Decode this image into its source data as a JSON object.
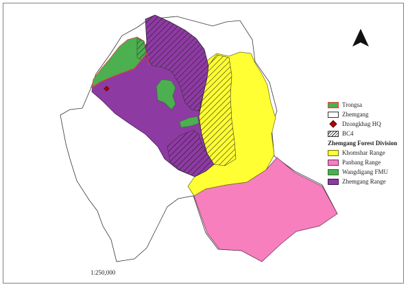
{
  "map": {
    "scale_text": "1:250,000",
    "north_arrow_icon": "north-arrow-icon",
    "colors": {
      "trongsa_fill": "#4caf50",
      "trongsa_outline": "#e53935",
      "zhemgang_fill": "#ffffff",
      "zhemgang_outline": "#333333",
      "hq_marker": "#b30000",
      "khomshar": "#ffff33",
      "panbang": "#f77fbe",
      "wangdigang": "#4caf50",
      "zhemgang_range": "#8e3aa3"
    }
  },
  "legend": {
    "items": [
      {
        "label": "Trongsa"
      },
      {
        "label": "Zhemgang"
      },
      {
        "label": "Dzongkhag HQ"
      },
      {
        "label": "BC4"
      }
    ],
    "group_title": "Zhemgang Forest Division",
    "group_items": [
      {
        "label": "Khomshar Range"
      },
      {
        "label": "Panbang Range"
      },
      {
        "label": "Wangdigang FMU"
      },
      {
        "label": "Zhemgang Range"
      }
    ]
  }
}
